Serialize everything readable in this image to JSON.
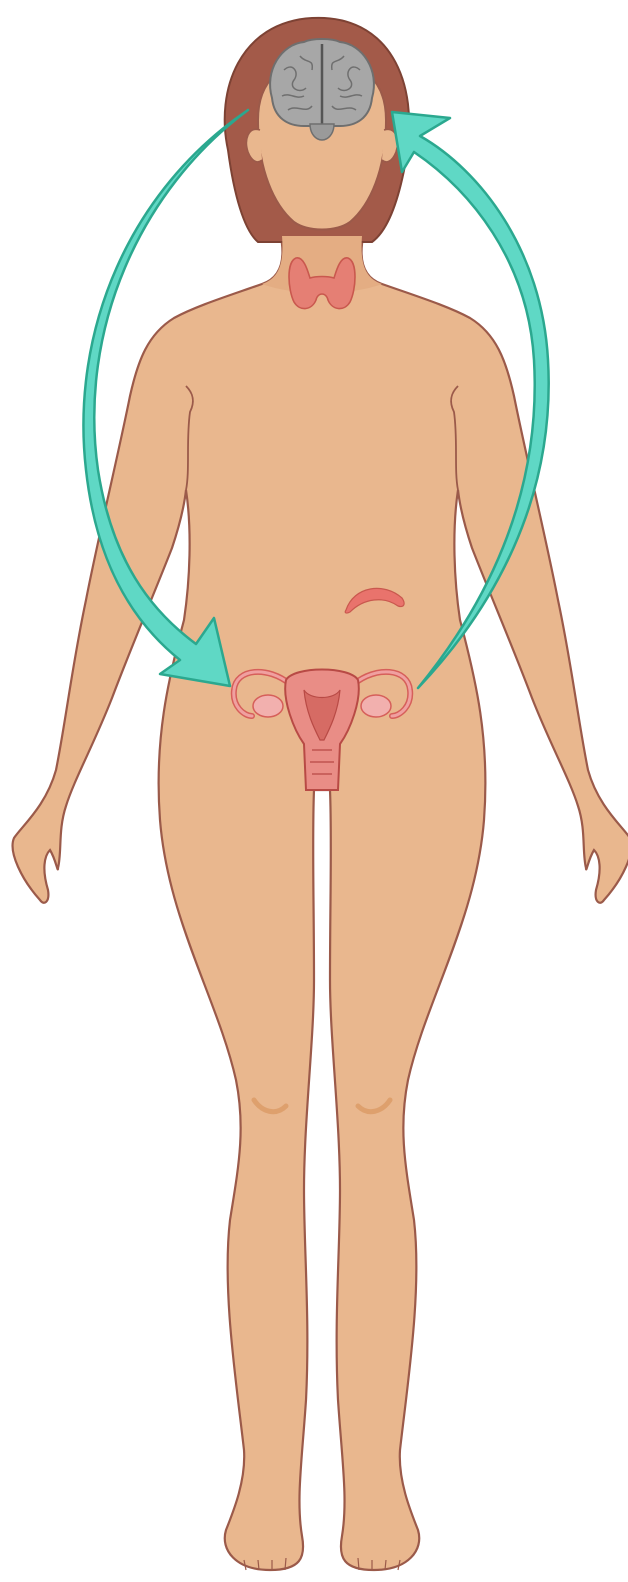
{
  "diagram": {
    "type": "anatomical-illustration",
    "subject": "female-body-front-view",
    "organs": [
      {
        "name": "brain",
        "color": "#a7a7a7"
      },
      {
        "name": "thyroid",
        "color": "#e57f74"
      },
      {
        "name": "pancreas",
        "color": "#e9736c"
      },
      {
        "name": "uterus",
        "color": "#e98d86"
      },
      {
        "name": "ovaries",
        "color": "#f0a0a0"
      }
    ],
    "arrows": [
      {
        "name": "brain-to-reproductive",
        "from": "brain",
        "to": "uterus",
        "direction": "down",
        "color": "#5fd8c5"
      },
      {
        "name": "reproductive-to-brain",
        "from": "ovaries",
        "to": "brain",
        "direction": "up",
        "color": "#5fd8c5"
      }
    ],
    "colors": {
      "skin": "#e9b78e",
      "skin_outline": "#9b5a4a",
      "hair": "#a35a49",
      "arrow_fill": "#5fd8c5",
      "arrow_outline": "#2ba88f",
      "background": "#ffffff"
    }
  }
}
